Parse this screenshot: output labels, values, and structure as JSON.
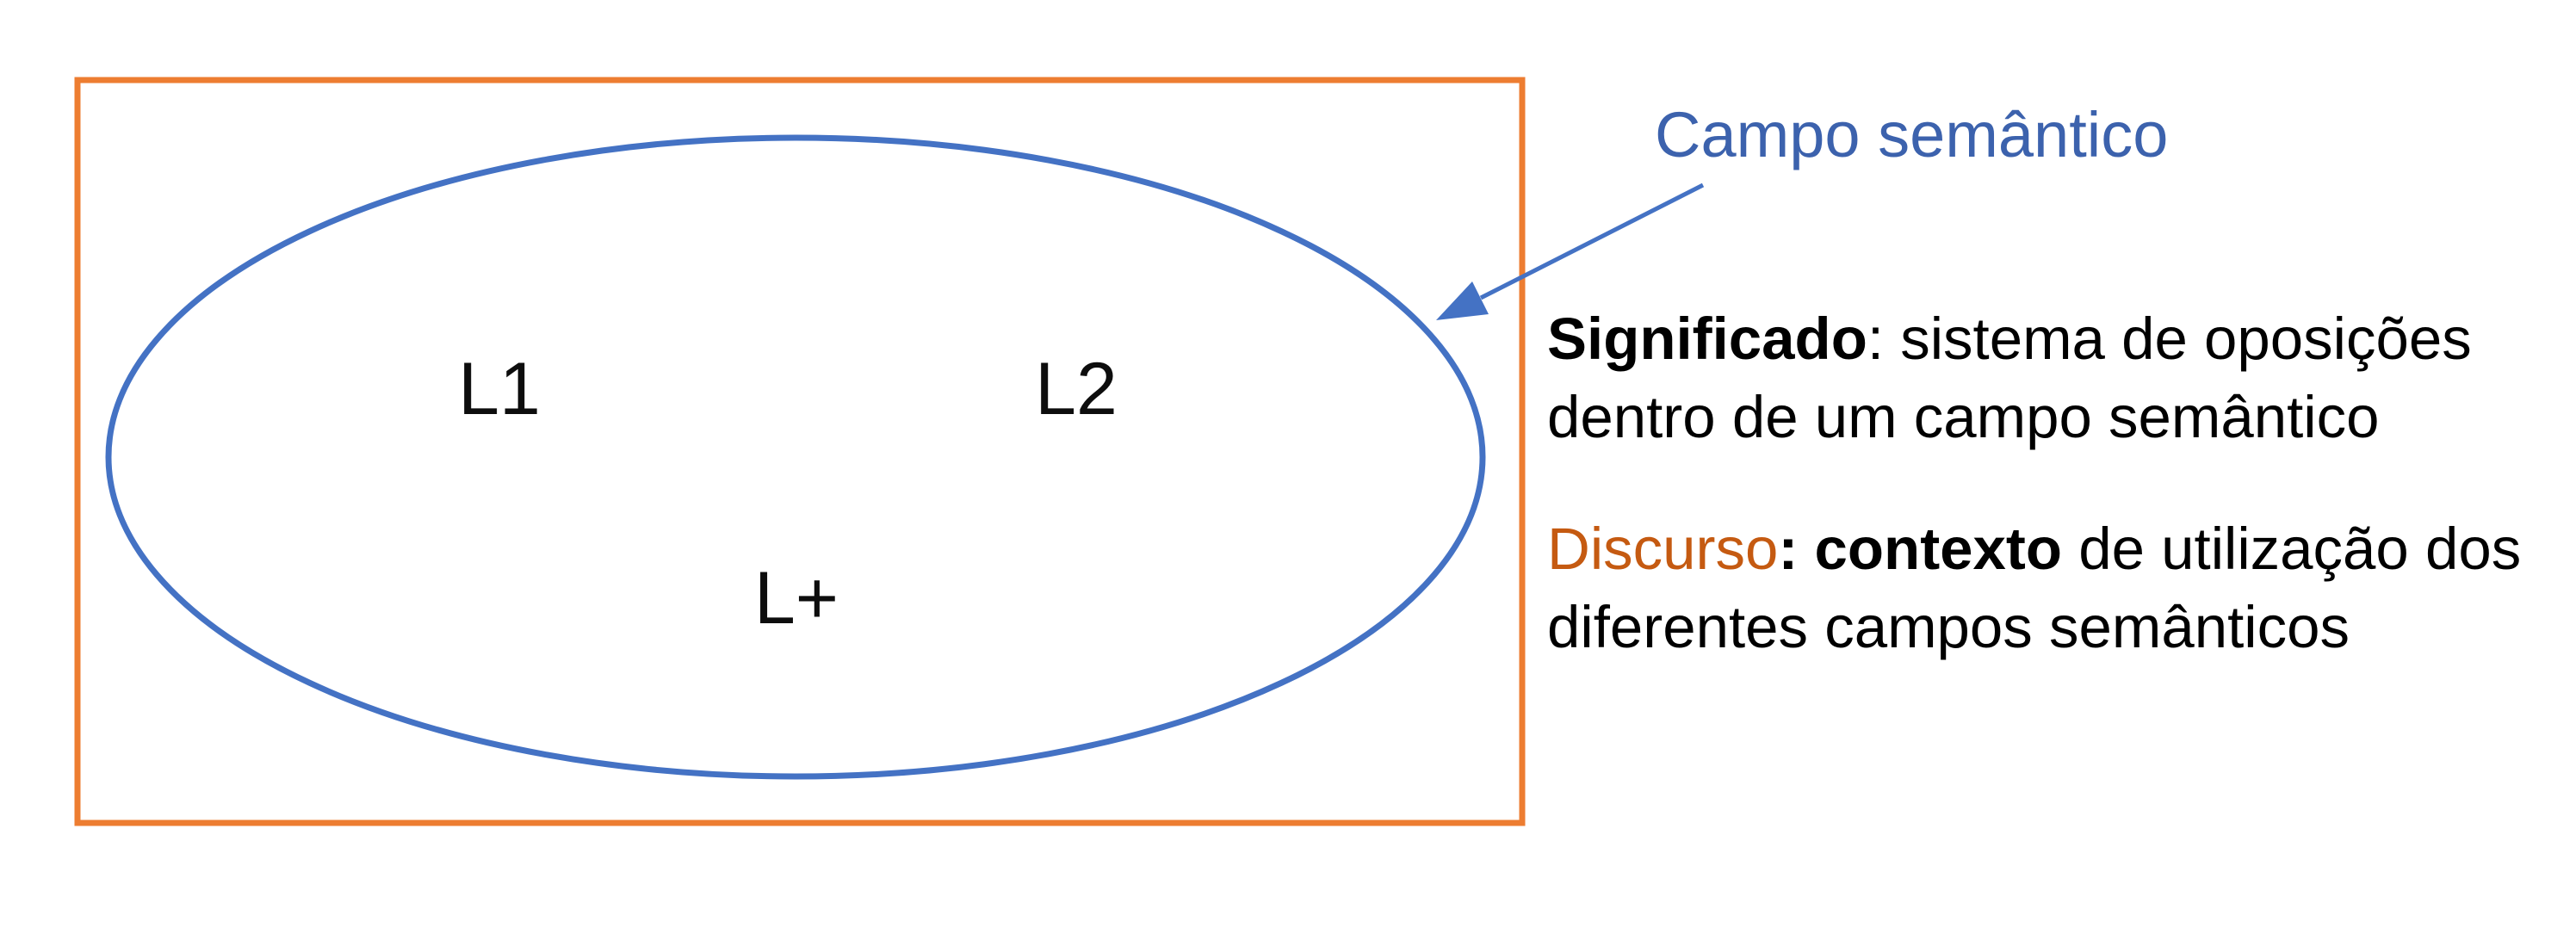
{
  "diagram": {
    "rectangle_color": "#ED7D31",
    "ellipse_color": "#4472C4",
    "labels": {
      "l1": "L1",
      "l2": "L2",
      "lplus": "L+"
    }
  },
  "annotation": {
    "label": "Campo semântico",
    "color": "#3C62AD",
    "arrow_color": "#4472C4"
  },
  "definitions": {
    "significado": {
      "term": "Significado",
      "rest": ": sistema de oposições dentro de um campo semântico"
    },
    "discurso": {
      "term": "Discurso",
      "term_color": "#C55A11",
      "bold_part": ": contexto",
      "rest": " de utilização dos diferentes campos semânticos"
    }
  }
}
